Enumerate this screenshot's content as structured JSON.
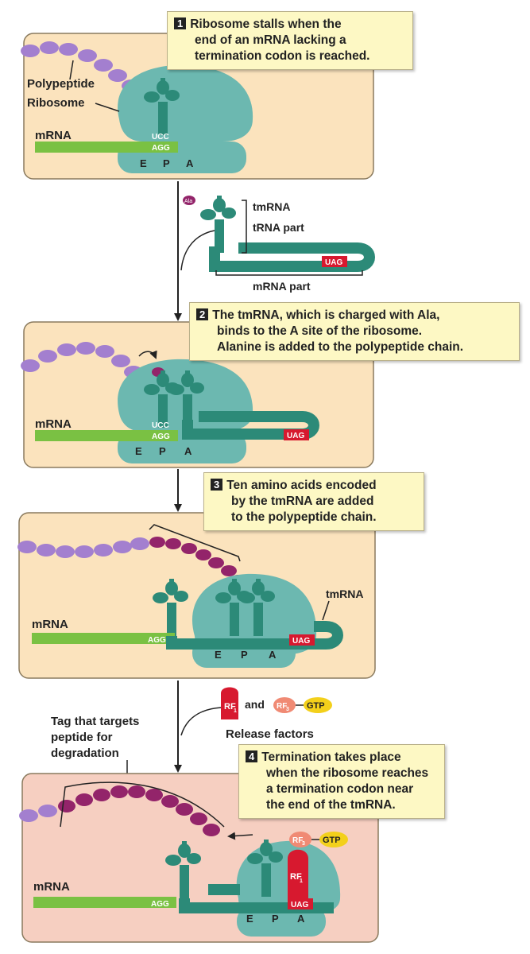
{
  "labels": {
    "polypeptide": "Polypeptide",
    "ribosome": "Ribosome",
    "mrna": "mRNA",
    "tmrna": "tmRNA",
    "trna_part": "tRNA part",
    "mrna_part": "mRNA part",
    "release_factors": "Release factors",
    "and": "and",
    "gtp": "GTP",
    "rf1": "RF",
    "rf1_sub": "1",
    "rf3": "RF",
    "rf3_sub": "3",
    "ala": "Ala",
    "tag": [
      "Tag that targets",
      "peptide for",
      "degradation"
    ]
  },
  "codons": {
    "anticodon": "UCC",
    "codon": "AGG",
    "stop": "UAG"
  },
  "sites": [
    "E",
    "P",
    "A"
  ],
  "steps": [
    {
      "num": "1",
      "lines": [
        "Ribosome stalls when the",
        "end of an mRNA lacking a",
        "termination codon is reached."
      ]
    },
    {
      "num": "2",
      "lines": [
        "The tmRNA, which is charged with Ala,",
        "binds to the A site of the ribosome.",
        "Alanine is added to the polypeptide chain."
      ]
    },
    {
      "num": "3",
      "lines": [
        "Ten amino acids encoded",
        "by the tmRNA are added",
        "to the polypeptide chain."
      ]
    },
    {
      "num": "4",
      "lines": [
        "Termination takes place",
        "when the ribosome reaches",
        "a termination codon near",
        "the end of the tmRNA."
      ]
    }
  ],
  "colors": {
    "panel": "#fbe3bd",
    "panel_last": "#f6cfc1",
    "ribosome": "#6cb8b0",
    "trna": "#2c8a78",
    "mrna": "#7ac143",
    "polypeptide": "#a37fcf",
    "tag": "#93246a",
    "stop": "#d7192f",
    "gtp": "#f3d01b"
  }
}
